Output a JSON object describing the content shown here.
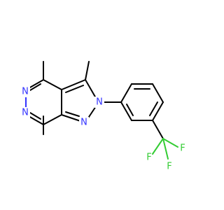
{
  "molecule": {
    "atoms": {
      "n5": "N",
      "n6": "N",
      "n1": "N",
      "n2": "N",
      "f1": "F",
      "f2": "F",
      "f3": "F"
    }
  },
  "colors": {
    "nitrogen": "#3333ff",
    "fluorine": "#33cc33",
    "bond": "#000000",
    "background": "#ffffff"
  }
}
